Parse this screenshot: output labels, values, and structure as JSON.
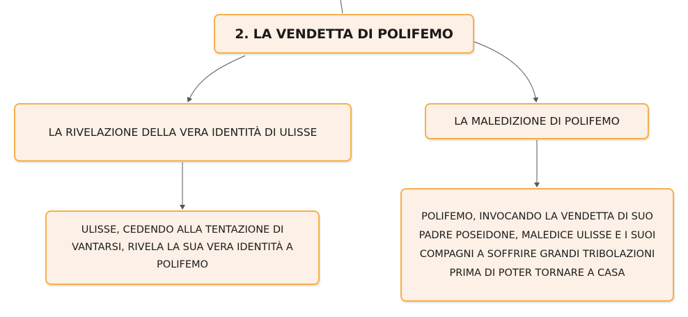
{
  "map": {
    "root": {
      "label": "2. LA VENDETTA DI POLIFEMO"
    },
    "branches": [
      {
        "label": "LA RIVELAZIONE DELLA VERA IDENTITÀ DI ULISSE",
        "child": {
          "text": "ULISSE, CEDENDO ALLA TENTAZIONE DI VANTARSI, RIVELA LA SUA VERA IDENTITÀ A POLIFEMO"
        }
      },
      {
        "label": "LA MALEDIZIONE DI POLIFEMO",
        "child": {
          "text": "POLIFEMO, INVOCANDO LA VENDETTA DI SUO PADRE POSEIDONE, MALEDICE ULISSE E I SUOI COMPAGNI A SOFFRIRE GRANDI TRIBOLAZIONI PRIMA DI POTER TORNARE A CASA"
        }
      }
    ]
  },
  "colors": {
    "node_fill": "#fdf0e6",
    "node_border": "#f5b04a",
    "connector": "#555555"
  }
}
